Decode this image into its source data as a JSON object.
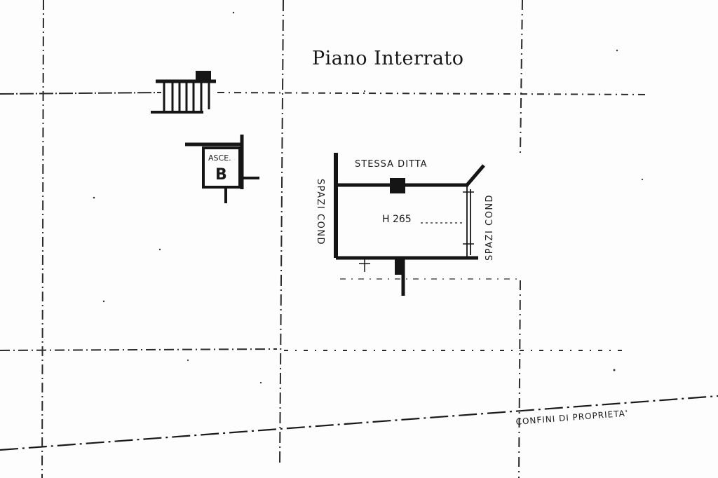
{
  "drawing": {
    "title": "Piano Interrato",
    "unit_labels": {
      "same_company": "STESSA DITTA",
      "height": "H 265",
      "common_spaces_left": "SPAZI COND",
      "common_spaces_right": "SPAZI COND"
    },
    "elevator": {
      "label": "ASCE.",
      "letter": "B"
    },
    "boundary_label": "CONFINI DI PROPRIETA'"
  },
  "colors": {
    "ink": "#151515",
    "paper": "#fdfdfd",
    "gridline": "#2a2a2a"
  }
}
